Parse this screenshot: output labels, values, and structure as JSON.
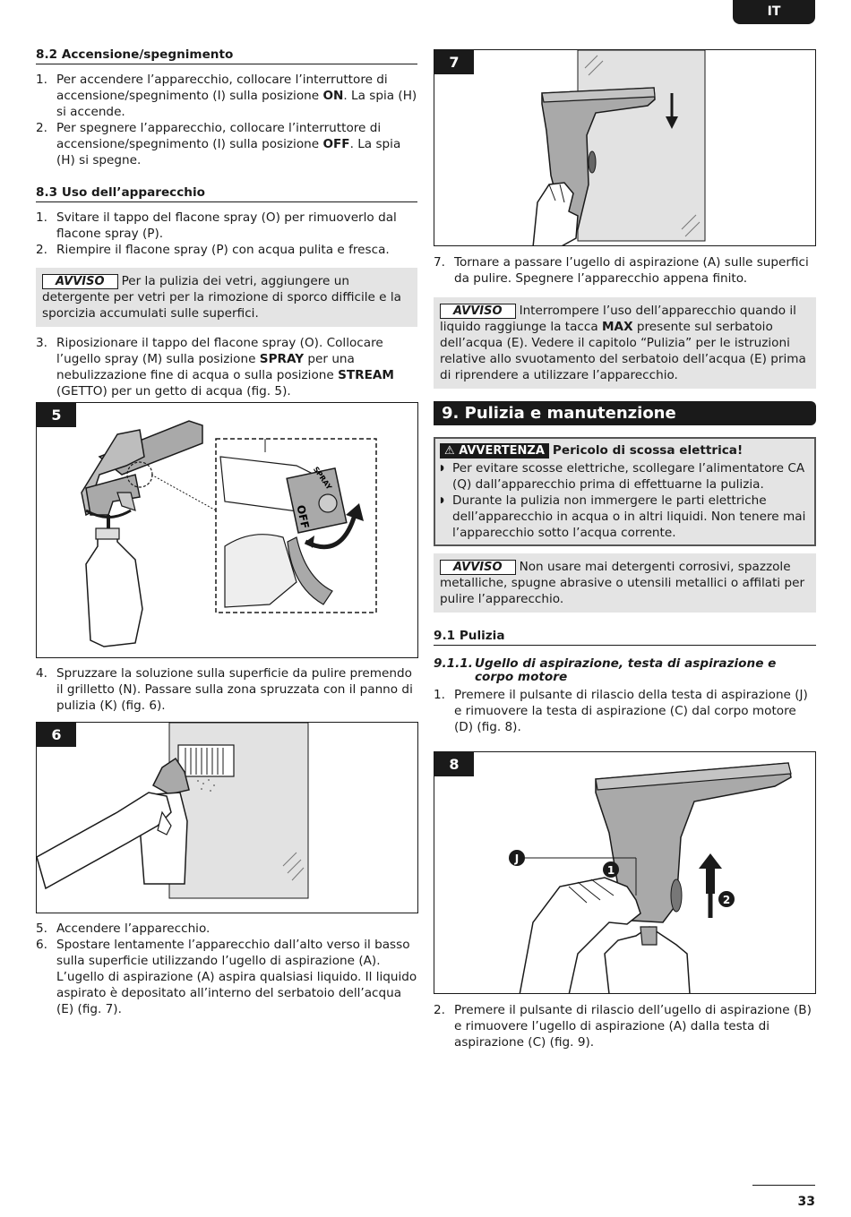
{
  "lang": "IT",
  "s82": {
    "title": "8.2 Accensione/spegnimento",
    "steps": [
      {
        "n": "1.",
        "parts": [
          "Per accendere l’apparecchio, collocare l’interruttore di accensione/spegnimento (I) sulla posizione ",
          "ON",
          ". La spia (H) si accende."
        ]
      },
      {
        "n": "2.",
        "parts": [
          "Per spegnere l’apparecchio, collocare l’interruttore di accensione/spegnimento (I) sulla posizione ",
          "OFF",
          ". La spia (H) si spegne."
        ]
      }
    ]
  },
  "s83": {
    "title": "8.3 Uso dell’apparecchio",
    "steps": [
      {
        "n": "1.",
        "text": "Svitare il tappo del flacone spray (O) per rimuoverlo dal flacone spray (P)."
      },
      {
        "n": "2.",
        "text": "Riempire il flacone spray (P) con acqua pulita e fresca."
      }
    ],
    "notice": {
      "tag": "AVVISO",
      "text": "Per la pulizia dei vetri, aggiungere un detergente per vetri per la rimozione di sporco difficile e la sporcizia accumulati sulle superfici."
    },
    "step3": {
      "n": "3.",
      "parts": [
        "Riposizionare il tappo del flacone spray (O). Collocare l’ugello spray (M) sulla posizione ",
        "SPRAY",
        " per una nebulizzazione fine di acqua o sulla posizione ",
        "STREAM",
        " (GETTO) per un getto di acqua (fig. 5)."
      ]
    },
    "step4": {
      "n": "4.",
      "text": "Spruzzare la soluzione sulla superficie da pulire premendo il grilletto (N). Passare sulla zona spruzzata con il panno di pulizia (K) (fig. 6)."
    },
    "step5": {
      "n": "5.",
      "text": "Accendere l’apparecchio."
    },
    "step6": {
      "n": "6.",
      "text": "Spostare lentamente l’apparecchio dall’alto verso il basso sulla superficie utilizzando l’ugello di aspirazione (A). L’ugello di aspirazione (A) aspira qualsiasi liquido. Il liquido aspirato è depositato all’interno del serbatoio dell’acqua (E) (fig. 7)."
    },
    "step7": {
      "n": "7.",
      "text": "Tornare a passare l’ugello di aspirazione (A) sulle superfici da pulire. Spegnere l’apparecchio appena finito."
    },
    "notice2": {
      "tag": "AVVISO",
      "parts": [
        "Interrompere l’uso dell’apparecchio quando il liquido raggiunge la tacca ",
        "MAX",
        " presente sul serbatoio dell’acqua (E). Vedere il capitolo “Pulizia” per le istruzioni relative allo svuotamento del serbatoio dell’acqua (E) prima di riprendere a utilizzare l’apparecchio."
      ]
    }
  },
  "figs": {
    "f5": {
      "num": "5",
      "spray_label": "SPRAY",
      "off_label": "OFF"
    },
    "f6": {
      "num": "6"
    },
    "f7": {
      "num": "7"
    },
    "f8": {
      "num": "8",
      "label_j": "J",
      "label_1": "1",
      "label_2": "2"
    }
  },
  "s9": {
    "title": "9. Pulizia e manutenzione",
    "warning": {
      "tag": "AVVERTENZA",
      "title": "Pericolo di scossa elettrica!",
      "items": [
        "Per evitare scosse elettriche, scollegare l’alimentatore CA (Q) dall’apparecchio prima di effettuarne la pulizia.",
        "Durante la pulizia non immergere le parti elettriche dell’apparecchio in acqua o in altri liquidi. Non tenere mai l’apparecchio sotto l’acqua corrente."
      ]
    },
    "notice": {
      "tag": "AVVISO",
      "text": "Non usare mai detergenti corrosivi, spazzole metalliche, spugne abrasive o utensili metallici o affilati per pulire l’apparecchio."
    },
    "s91": {
      "title": "9.1 Pulizia",
      "sub": {
        "n": "9.1.1.",
        "text": "Ugello di aspirazione, testa di aspirazione e corpo motore"
      },
      "step1": {
        "n": "1.",
        "text": "Premere il pulsante di rilascio della testa di aspirazione (J) e rimuovere la testa di aspirazione (C) dal corpo motore (D) (fig. 8)."
      },
      "step2": {
        "n": "2.",
        "text": "Premere il pulsante di rilascio dell’ugello di aspirazione (B) e rimuovere l’ugello di aspirazione (A) dalla testa di aspirazione (C) (fig. 9)."
      }
    }
  },
  "page_number": "33",
  "colors": {
    "dark": "#1a1a1a",
    "notice_bg": "#e4e4e4",
    "device_gray": "#a9a9a9"
  }
}
